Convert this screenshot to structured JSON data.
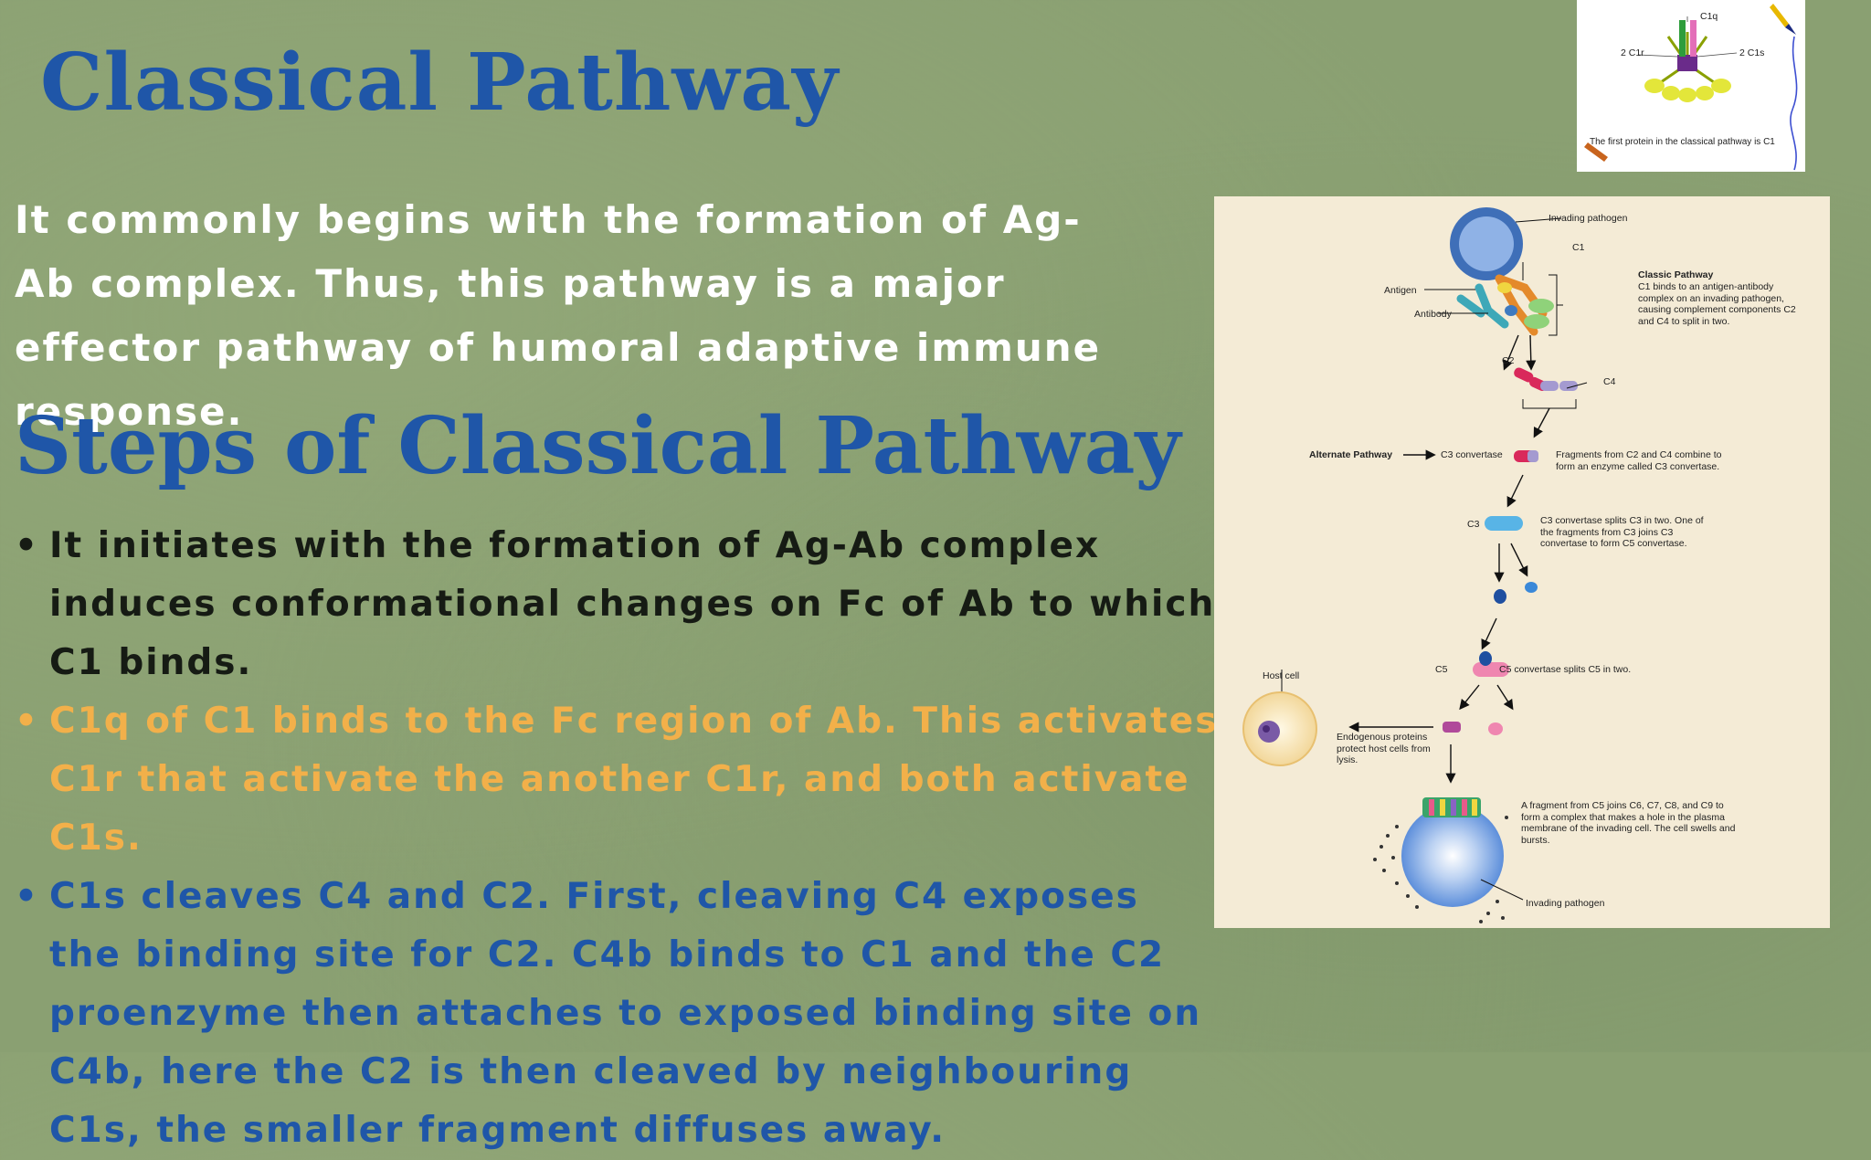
{
  "title": "Classical Pathway",
  "intro": "It commonly begins with the formation of Ag-Ab complex. Thus, this pathway is a major effector pathway of humoral adaptive immune response.",
  "subtitle": "Steps of Classical Pathway",
  "steps": [
    {
      "bullet": "•",
      "text": "It initiates with the formation of Ag-Ab complex induces conformational changes on Fc of Ab to which C1 binds.",
      "color": "#161b14"
    },
    {
      "bullet": "•",
      "text": "C1q of C1 binds to the Fc region of Ab. This activates C1r that activate the another C1r, and both activate C1s.",
      "color": "#f2b04a"
    },
    {
      "bullet": "•",
      "text": "C1s cleaves C4 and C2. First, cleaving C4 exposes the binding site for C2. C4b binds to C1 and the C2 proenzyme then attaches to exposed binding site on C4b, here the C2 is then cleaved by neighbouring C1s, the smaller fragment diffuses away.",
      "color": "#1f56a8"
    }
  ],
  "thumbnail": {
    "label_c1q": "C1q",
    "label_c1r": "2 C1r",
    "label_c1s": "2 C1s",
    "caption": "The first protein in the classical pathway is C1"
  },
  "diagram": {
    "invading_pathogen_top": "Invading pathogen",
    "c1": "C1",
    "antigen": "Antigen",
    "antibody": "Antibody",
    "classic_title": "Classic Pathway",
    "classic_desc": "C1 binds to an antigen-antibody complex on an invading pathogen, causing complement components C2 and C4 to split in two.",
    "c2": "C2",
    "c4": "C4",
    "alternate_pathway": "Alternate Pathway",
    "c3_convertase": "C3 convertase",
    "fragments_desc": "Fragments from C2 and C4 combine to form an enzyme called C3 convertase.",
    "c3": "C3",
    "c3_desc": "C3 convertase splits C3 in two. One of the fragments from C3 joins C3 convertase to form C5 convertase.",
    "c5": "C5",
    "c5_desc": "C5 convertase splits C5 in two.",
    "host_cell": "Host cell",
    "endogenous_desc": "Endogenous proteins protect host cells from lysis.",
    "mac_desc": "A fragment from C5 joins C6, C7, C8, and C9 to form a complex that makes a hole in the plasma membrane of the invading cell. The cell swells and bursts.",
    "invading_pathogen_bottom": "Invading pathogen"
  }
}
